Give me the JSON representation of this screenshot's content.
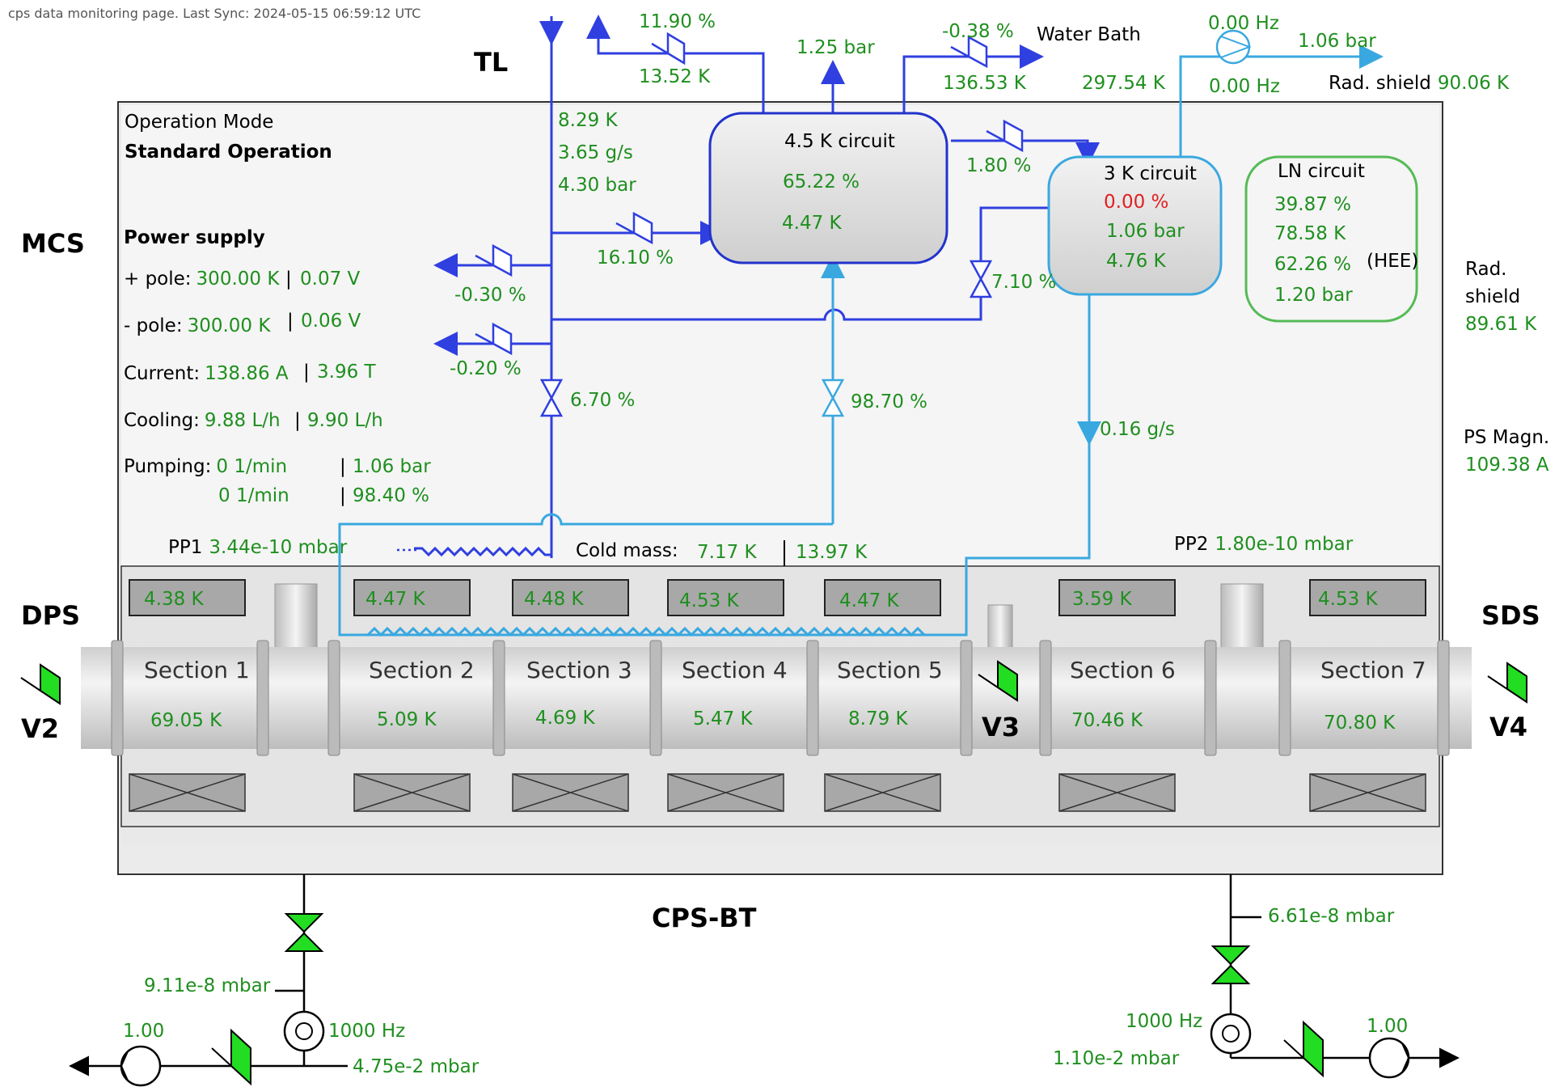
{
  "header": {
    "sync_text": "cps data monitoring page. Last Sync: 2024-05-15 06:59:12 UTC"
  },
  "labels": {
    "tl": "TL",
    "mcs": "MCS",
    "dps": "DPS",
    "sds": "SDS",
    "cpsbt": "CPS-BT",
    "v2": "V2",
    "v3": "V3",
    "v4": "V4"
  },
  "operation": {
    "title": "Operation Mode",
    "mode": "Standard Operation"
  },
  "power": {
    "title": "Power supply",
    "plus_label": "+ pole:",
    "plus_temp": "300.00 K",
    "plus_volt": "0.07 V",
    "minus_label": "- pole:",
    "minus_temp": "300.00 K",
    "minus_volt": "0.06 V",
    "current_label": "Current:",
    "current": "138.86 A",
    "field": "3.96 T",
    "cooling_label": "Cooling:",
    "cooling1": "9.88 L/h",
    "cooling2": "9.90 L/h",
    "pumping_label": "Pumping:",
    "pump1": "0 1/min",
    "pump1b": "1.06 bar",
    "pump2": "0 1/min",
    "pump2b": "98.40 %"
  },
  "top": {
    "valve_top_pct": "11.90 %",
    "valve_top_k": "13.52 K",
    "bar125": "1.25 bar",
    "wb_pct": "-0.38 %",
    "wb_k": "136.53 K",
    "water_bath": "Water Bath",
    "hz1": "0.00 Hz",
    "hz2": "0.00 Hz",
    "bar106": "1.06 bar",
    "k297": "297.54 K",
    "rad_shield": "Rad. shield",
    "rad_shield_val": "90.06 K"
  },
  "tl_vals": {
    "k": "8.29 K",
    "gs": "3.65 g/s",
    "bar": "4.30 bar",
    "v16": "16.10 %",
    "vm030": "-0.30 %",
    "vm020": "-0.20 %",
    "v670": "6.70 %",
    "v9870": "98.70 %"
  },
  "c45": {
    "title": "4.5 K circuit",
    "pct": "65.22 %",
    "k": "4.47 K",
    "v180": "1.80 %"
  },
  "c3": {
    "title": "3 K circuit",
    "pct": "0.00 %",
    "bar": "1.06 bar",
    "k": "4.76 K",
    "v710": "7.10 %",
    "flow": "0.16 g/s"
  },
  "ln": {
    "title": "LN circuit",
    "a": "39.87 %",
    "b": "78.58 K",
    "c": "62.26 %",
    "hee": "(HEE)",
    "d": "1.20 bar"
  },
  "right": {
    "rad1": "Rad.",
    "rad2": "shield",
    "rad_val": "89.61 K",
    "ps1": "PS Magn.",
    "ps_val": "109.38 A"
  },
  "cold": {
    "pp1_label": "PP1",
    "pp1": "3.44e-10 mbar",
    "label": "Cold mass:",
    "a": "7.17 K",
    "b": "13.97 K",
    "pp2_label": "PP2",
    "pp2": "1.80e-10 mbar"
  },
  "top_boxes": [
    "4.38 K",
    "4.47 K",
    "4.48 K",
    "4.53 K",
    "4.47 K",
    "3.59 K",
    "4.53 K"
  ],
  "sections": [
    {
      "name": "Section 1",
      "val": "69.05 K"
    },
    {
      "name": "Section 2",
      "val": "5.09 K"
    },
    {
      "name": "Section 3",
      "val": "4.69 K"
    },
    {
      "name": "Section 4",
      "val": "5.47 K"
    },
    {
      "name": "Section 5",
      "val": "8.79 K"
    },
    {
      "name": "Section 6",
      "val": "70.46 K"
    },
    {
      "name": "Section 7",
      "val": "70.80 K"
    }
  ],
  "bottom": {
    "left_mbar": "9.11e-8 mbar",
    "left_hz": "1000 Hz",
    "left_mbar2": "4.75e-2 mbar",
    "left_pump": "1.00",
    "right_mbar": "6.61e-8 mbar",
    "right_hz": "1000 Hz",
    "right_mbar2": "1.10e-2 mbar",
    "right_pump": "1.00"
  },
  "colors": {
    "green": "#1f8f1f",
    "red": "#e02020",
    "blue": "#2f3fe0",
    "light_blue": "#3aa8e0",
    "valve_green": "#22dd22",
    "ln_green": "#55bb55"
  }
}
